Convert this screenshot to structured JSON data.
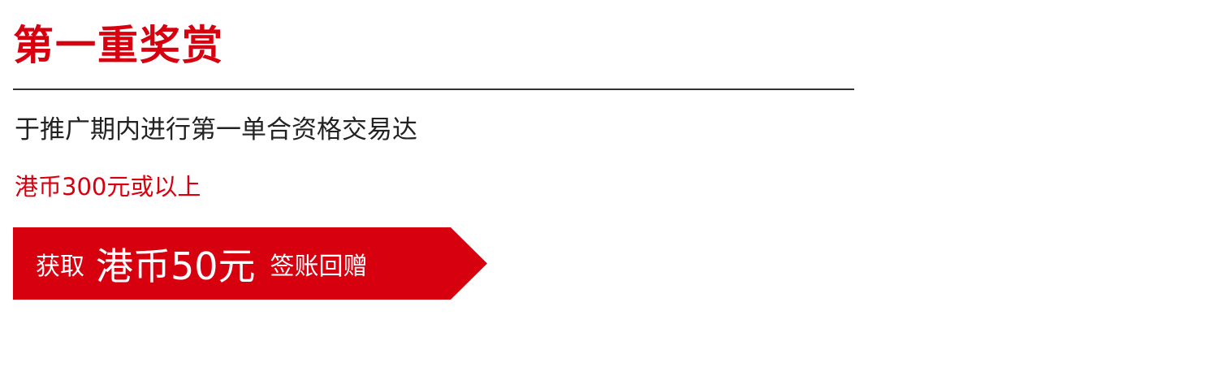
{
  "title": "第一重奖赏",
  "description": "于推广期内进行第一单合资格交易达",
  "threshold": "港币300元或以上",
  "banner": {
    "prefix": "获取",
    "amount": "港币50元",
    "suffix": "签账回赠",
    "color": "#d7000f"
  },
  "colors": {
    "accent": "#d7000f",
    "text": "#222222",
    "rule": "#333333"
  }
}
